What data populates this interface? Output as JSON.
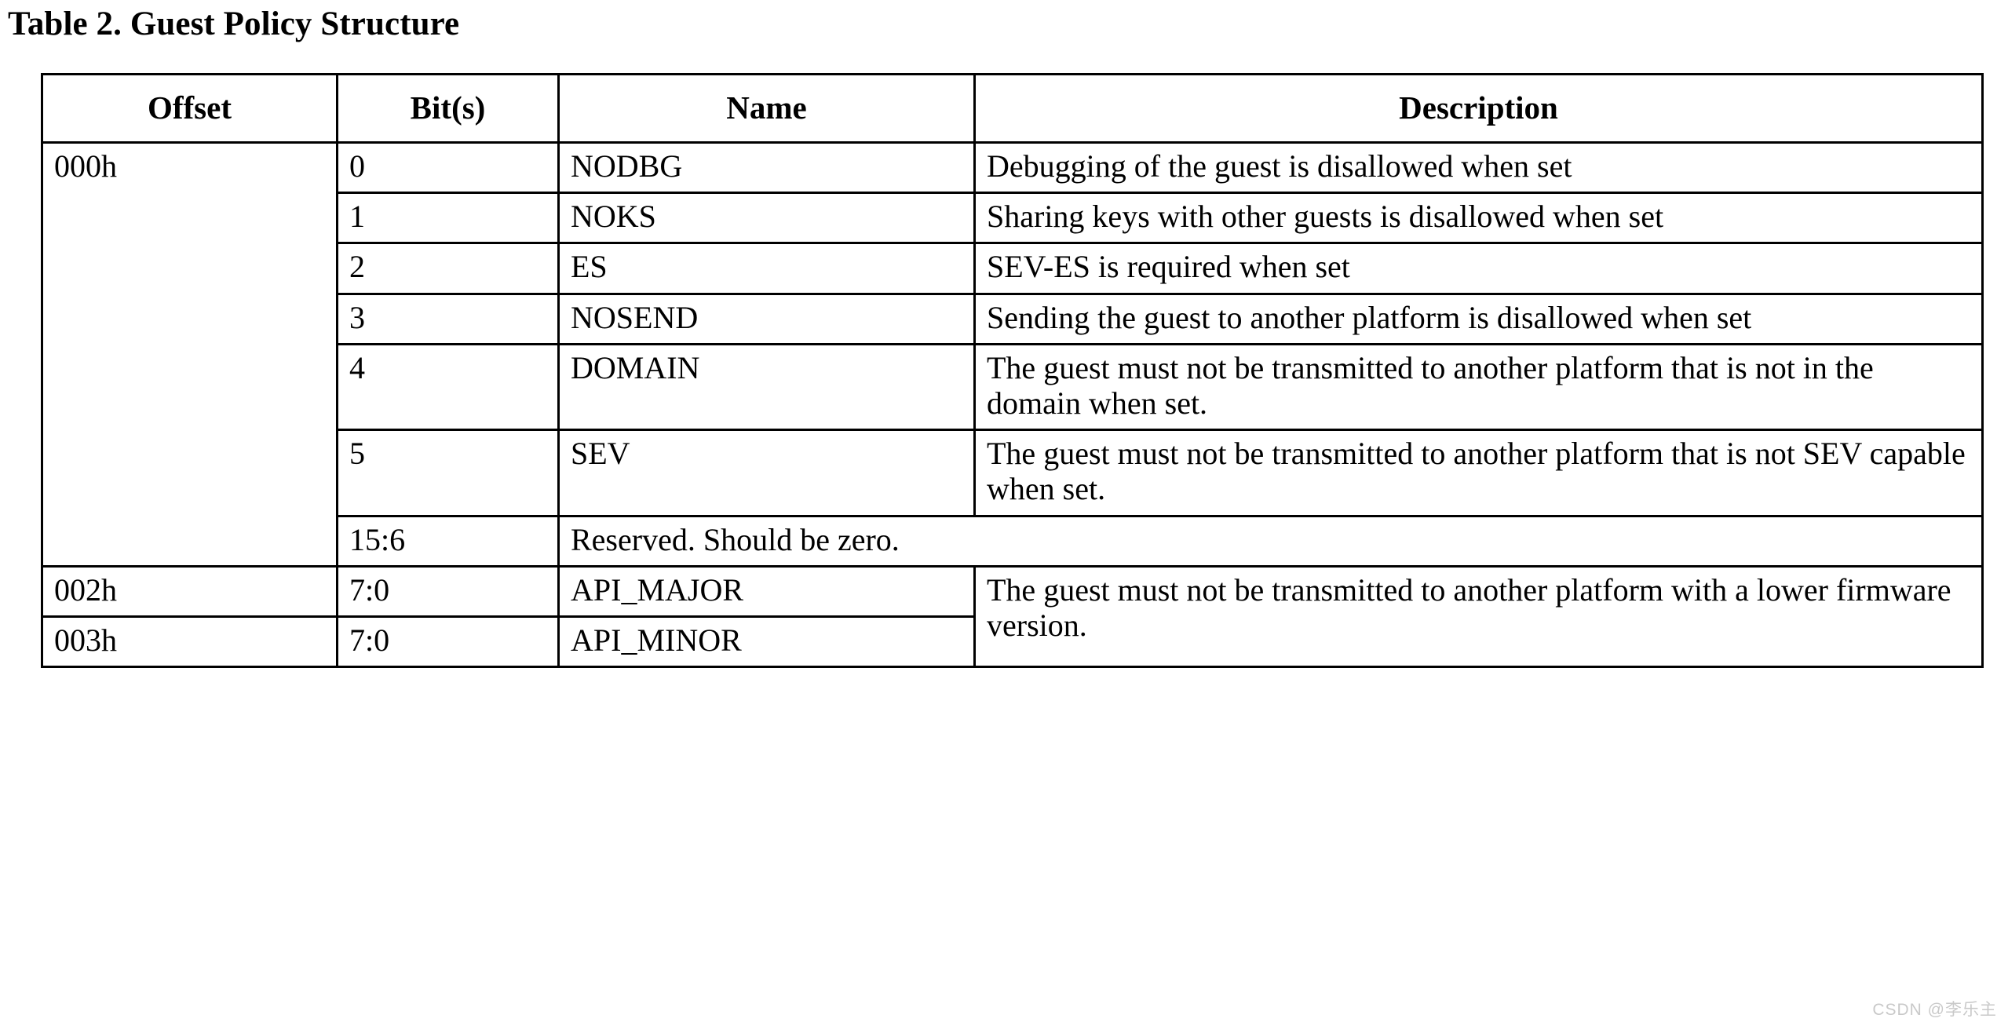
{
  "caption": "Table 2. Guest Policy Structure",
  "watermark": "CSDN @李乐主",
  "table": {
    "headers": {
      "offset": "Offset",
      "bits": "Bit(s)",
      "name": "Name",
      "description": "Description"
    },
    "rows": [
      {
        "offset": "000h",
        "bits": "0",
        "name": "NODBG",
        "description": "Debugging of the guest is disallowed when set"
      },
      {
        "offset": "",
        "bits": "1",
        "name": "NOKS",
        "description": "Sharing keys with other guests is disallowed when set"
      },
      {
        "offset": "",
        "bits": "2",
        "name": "ES",
        "description": "SEV-ES is required when set"
      },
      {
        "offset": "",
        "bits": "3",
        "name": "NOSEND",
        "description": "Sending the guest to another platform is disallowed when set"
      },
      {
        "offset": "",
        "bits": "4",
        "name": "DOMAIN",
        "description": "The guest must not be transmitted to another platform that is not in the domain when set."
      },
      {
        "offset": "",
        "bits": "5",
        "name": "SEV",
        "description": "The guest must not be transmitted to another platform that is not SEV capable when set."
      },
      {
        "offset": "",
        "bits": "15:6",
        "name": "Reserved. Should be zero.",
        "description": ""
      },
      {
        "offset": "002h",
        "bits": "7:0",
        "name": "API_MAJOR",
        "description": "The guest must not be transmitted to another platform with a lower firmware version."
      },
      {
        "offset": "003h",
        "bits": "7:0",
        "name": "API_MINOR",
        "description": ""
      }
    ]
  }
}
